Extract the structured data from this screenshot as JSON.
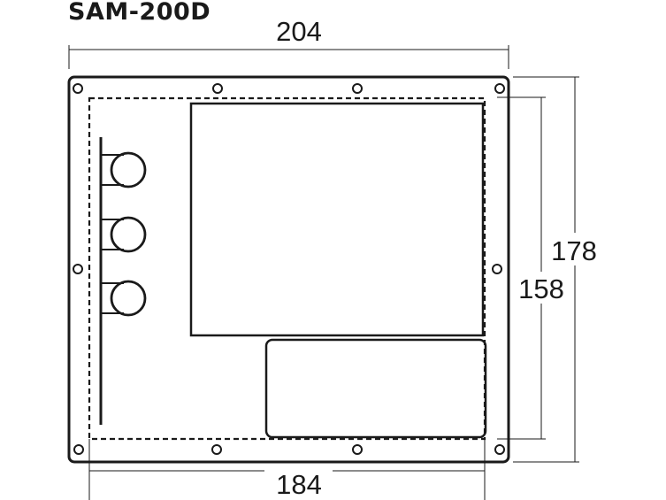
{
  "title": "SAM-200D",
  "dimensions": {
    "overall_width": "204",
    "overall_height": "178",
    "cutout_width": "184",
    "cutout_height": "158"
  }
}
